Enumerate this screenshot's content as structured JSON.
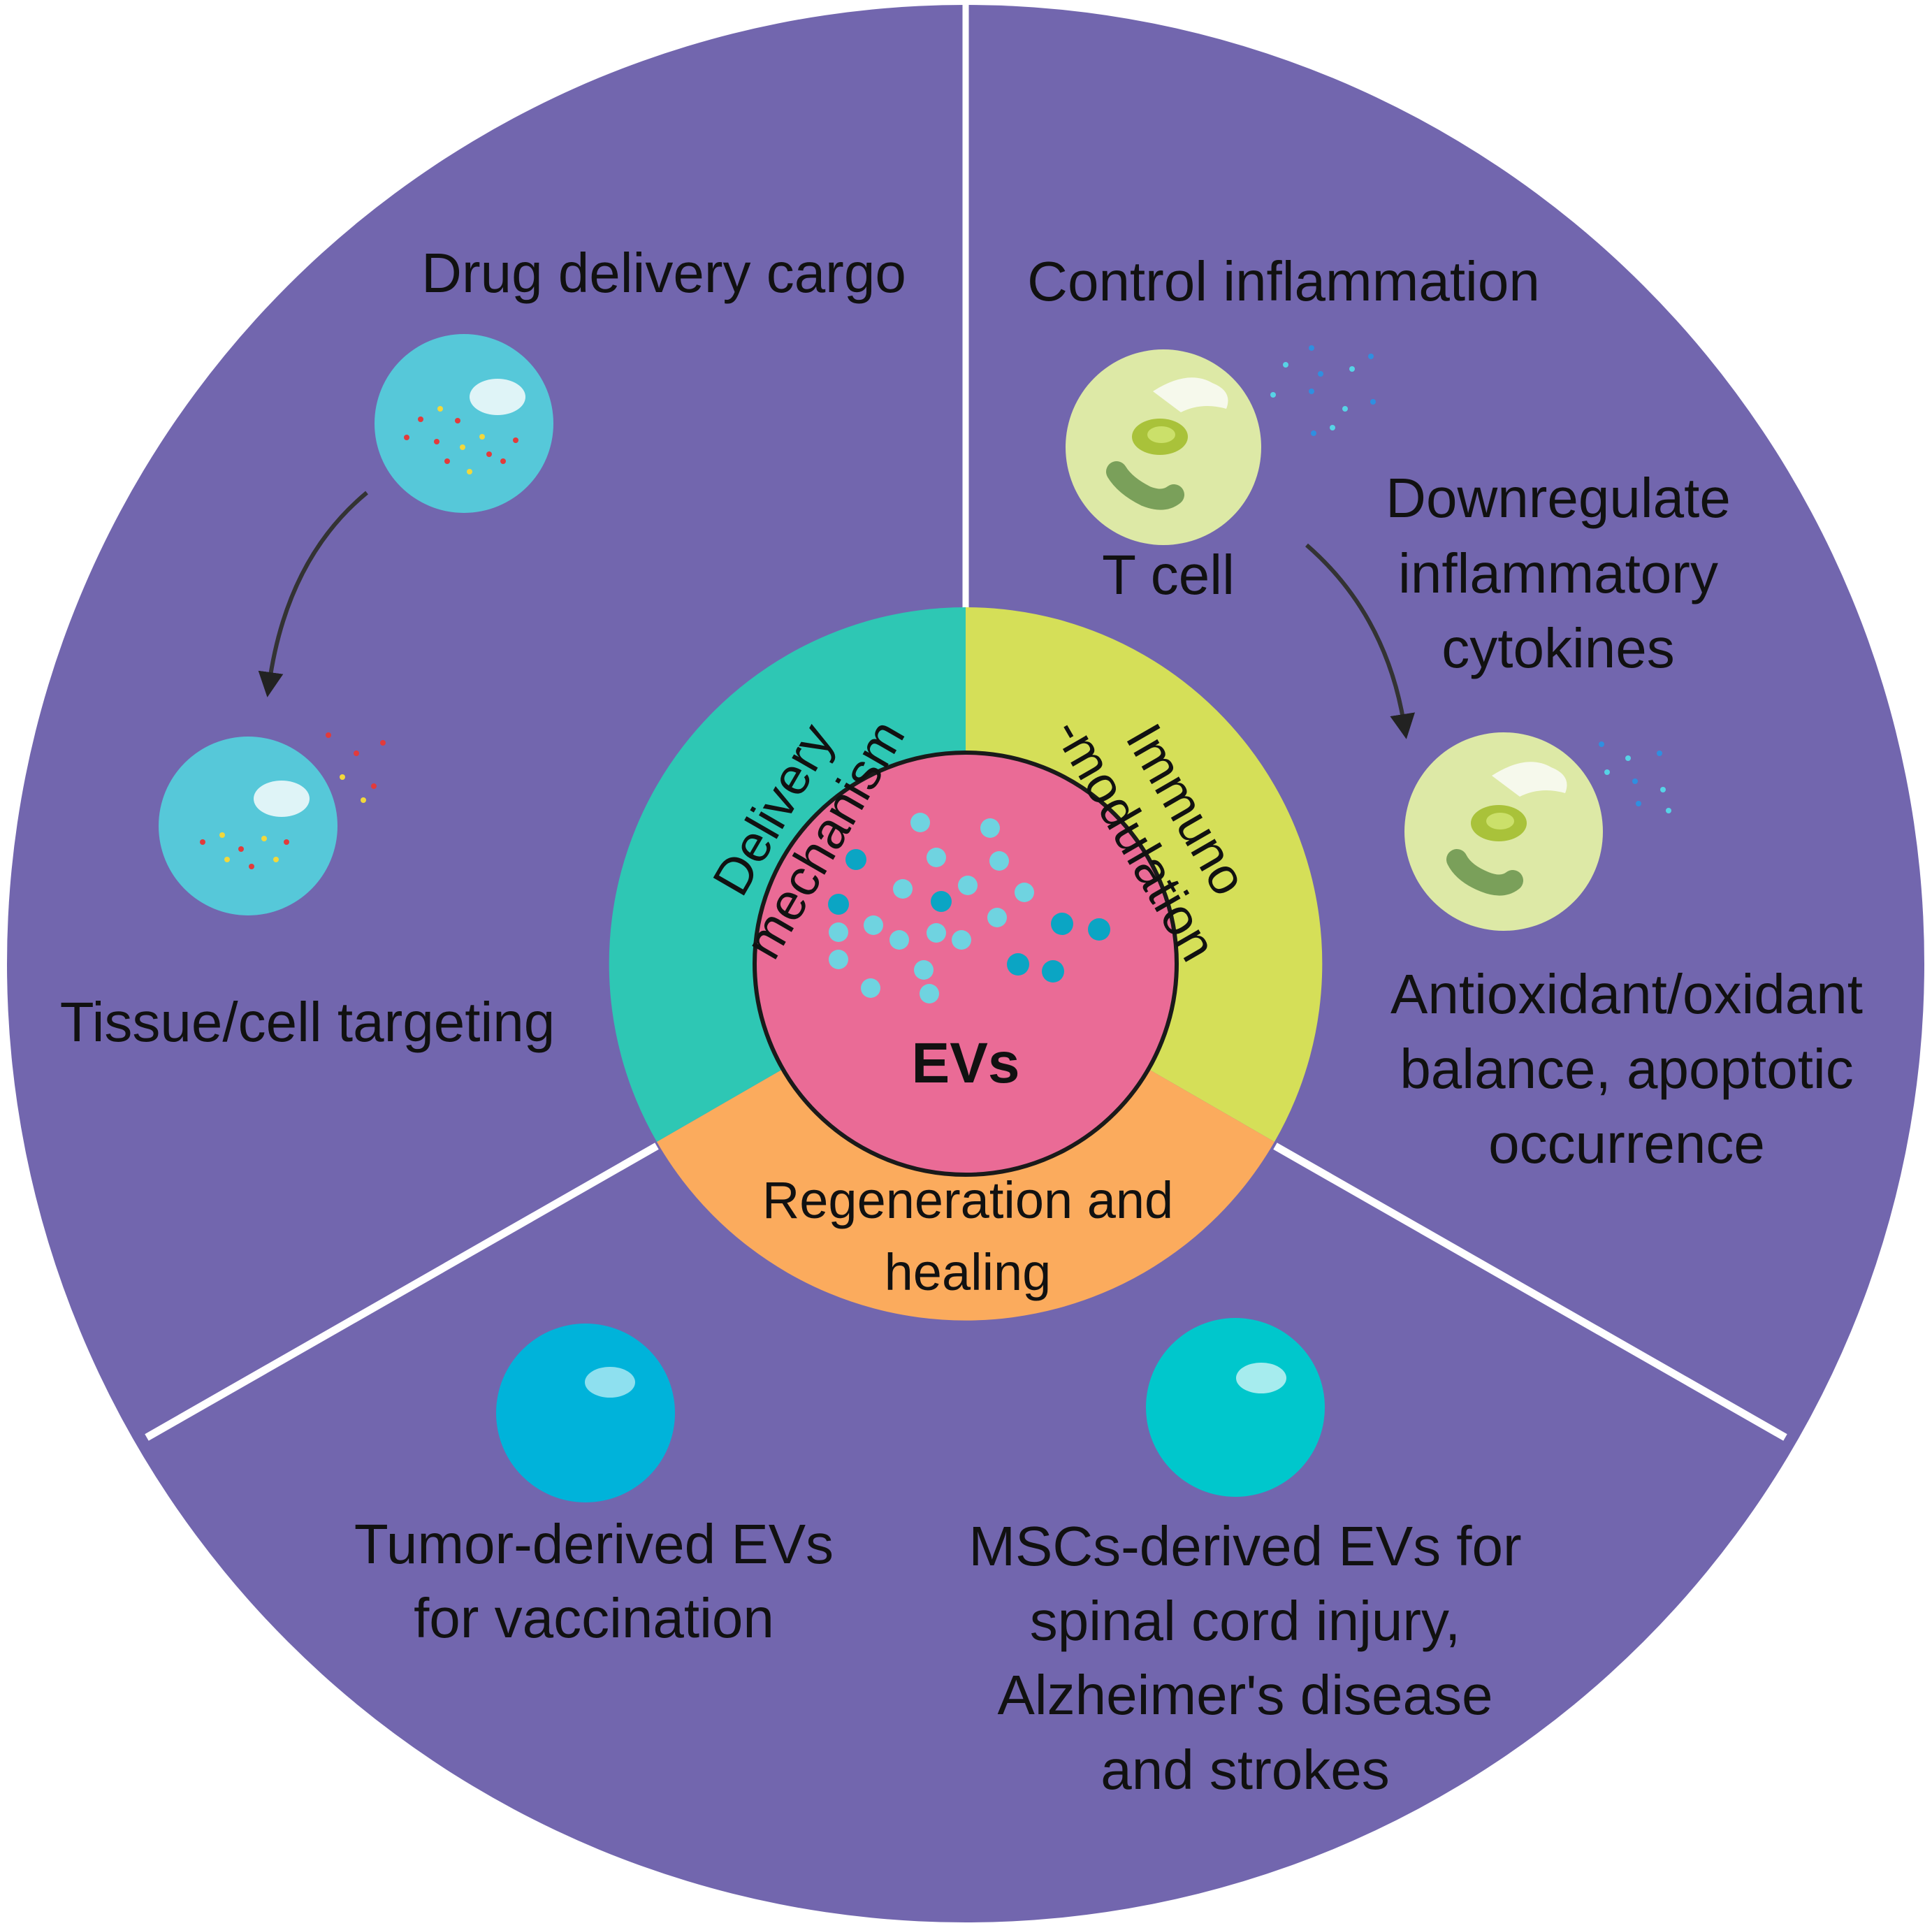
{
  "center": {
    "label": "EVs"
  },
  "ring": {
    "delivery": {
      "line1": "Delivery",
      "line2": "mechanism"
    },
    "immuno": {
      "line1": "Immuno",
      "line2": "-modulation"
    },
    "regeneration": {
      "line1": "Regeneration and",
      "line2": "healing"
    }
  },
  "sectors": {
    "delivery": {
      "top_label": "Drug delivery cargo",
      "bottom_label": "Tissue/cell targeting"
    },
    "immuno": {
      "top_label": "Control inflammation",
      "cell_label": "T cell",
      "mid_label": [
        "Downregulate",
        "inflammatory",
        "cytokines"
      ],
      "bottom_label": [
        "Antioxidant/oxidant",
        "balance, apoptotic",
        "occurrence"
      ]
    },
    "regeneration": {
      "left_label": [
        "Tumor-derived EVs",
        "for vaccination"
      ],
      "right_label": [
        "MSCs-derived EVs for",
        "spinal cord injury,",
        "Alzheimer's disease",
        "and strokes"
      ]
    }
  },
  "colors": {
    "outer": "#7266ae",
    "delivery_ring": "#2ec7b4",
    "immuno_ring": "#d5df58",
    "regeneration_ring": "#fbab5d",
    "center": "#ea6b96",
    "divider": "#ffffff"
  }
}
